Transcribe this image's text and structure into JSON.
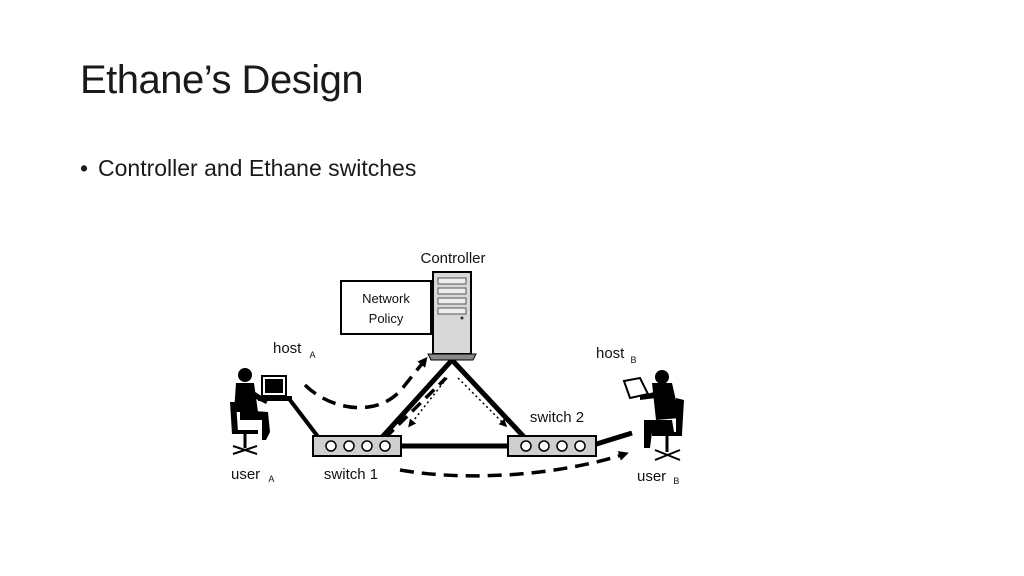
{
  "slide": {
    "title": "Ethane’s Design",
    "bullets": [
      {
        "symbol": "•",
        "text": "Controller and Ethane switches"
      }
    ]
  },
  "diagram": {
    "controller_label": "Controller",
    "policy_line1": "Network",
    "policy_line2": "Policy",
    "host_a": {
      "label": "host",
      "sub": "A"
    },
    "host_b": {
      "label": "host",
      "sub": "B"
    },
    "user_a": {
      "label": "user",
      "sub": "A"
    },
    "user_b": {
      "label": "user",
      "sub": "B"
    },
    "switch1_label": "switch 1",
    "switch2_label": "switch 2"
  }
}
